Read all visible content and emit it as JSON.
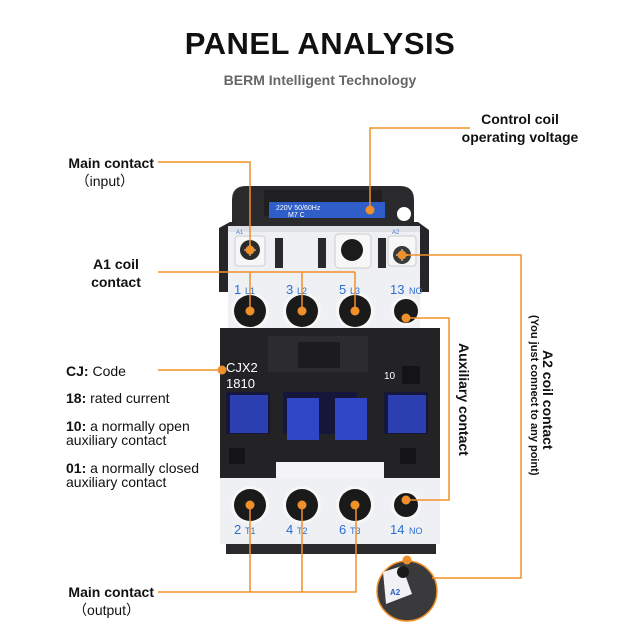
{
  "header": {
    "title": "PANEL ANALYSIS",
    "subtitle": "BERM Intelligent Technology"
  },
  "accent_color": "#F0902A",
  "callouts": {
    "main_input": {
      "line1": "Main contact",
      "line2": "（input）"
    },
    "a1_coil": {
      "line1": "A1 coil",
      "line2": "contact"
    },
    "control_coil": {
      "line1": "Control coil",
      "line2": "operating voltage"
    },
    "main_output": {
      "line1": "Main contact",
      "line2": "（output）"
    },
    "auxiliary": {
      "label": "Auxiliary contact"
    },
    "a2_coil": {
      "label": "A2 coil contact",
      "note": "(You just connect to any point)"
    }
  },
  "model_specs": [
    {
      "key": "CJ:",
      "text": "Code"
    },
    {
      "key": "18:",
      "text": "rated current"
    },
    {
      "key": "10:",
      "text": "a normally open",
      "text2": "auxiliary contact"
    },
    {
      "key": "01:",
      "text": "a normally closed",
      "text2": "auxiliary contact"
    }
  ],
  "device": {
    "coil_label_line1": "220V  50/60Hz",
    "coil_label_line2": "M7     C",
    "a1_mark": "A1",
    "a2_mark": "A2",
    "model_line1": "CJX2",
    "model_line2": "1810",
    "aux_code": "10",
    "top_terminals": [
      {
        "num": "1",
        "tag": "L1"
      },
      {
        "num": "3",
        "tag": "L2"
      },
      {
        "num": "5",
        "tag": "L3"
      },
      {
        "num": "13",
        "tag": "NO"
      }
    ],
    "bottom_terminals": [
      {
        "num": "2",
        "tag": "T1"
      },
      {
        "num": "4",
        "tag": "T2"
      },
      {
        "num": "6",
        "tag": "T3"
      },
      {
        "num": "14",
        "tag": "NO"
      }
    ],
    "inset_label": "A2"
  }
}
